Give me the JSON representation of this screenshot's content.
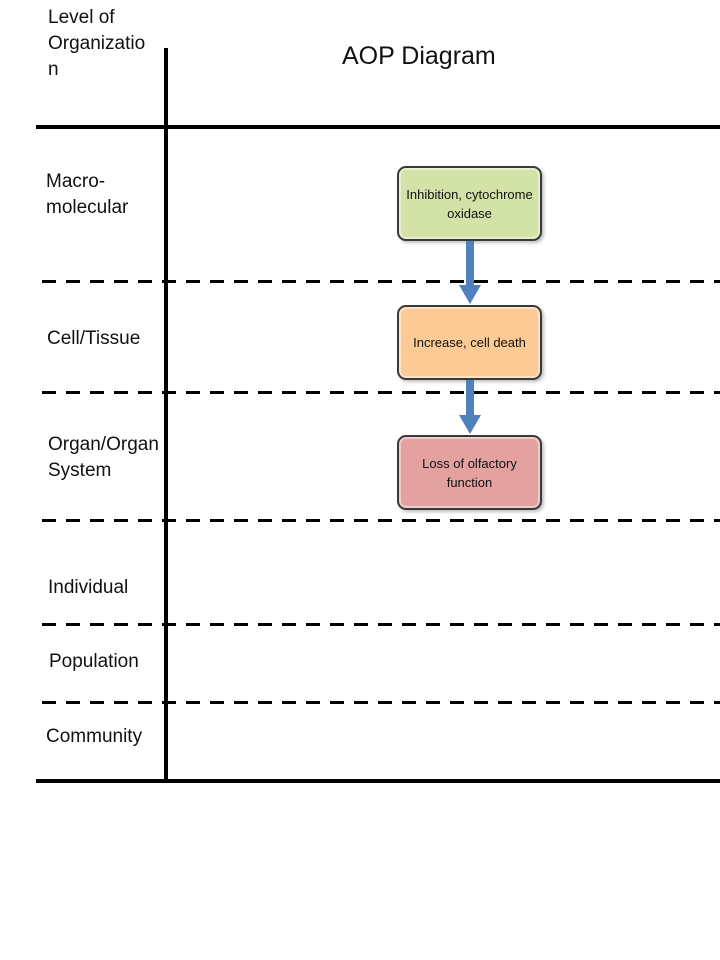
{
  "header": {
    "column_label": "Level of\nOrganizatio\nn",
    "title": "AOP Diagram"
  },
  "levels": [
    {
      "label": "Macro-\nmolecular"
    },
    {
      "label": "Cell/Tissue"
    },
    {
      "label": "Organ/Organ\nSystem"
    },
    {
      "label": "Individual"
    },
    {
      "label": "Population"
    },
    {
      "label": "Community"
    }
  ],
  "events": [
    {
      "label": "Inhibition, cytochrome oxidase",
      "color": "#d3e3a8",
      "level": "Macro-molecular"
    },
    {
      "label": "Increase, cell death",
      "color": "#fcca94",
      "level": "Cell/Tissue"
    },
    {
      "label": "Loss of olfactory function",
      "color": "#e3a1a0",
      "level": "Organ/Organ System"
    }
  ],
  "colors": {
    "arrow": "#4f81bd",
    "lines": "#000000"
  }
}
